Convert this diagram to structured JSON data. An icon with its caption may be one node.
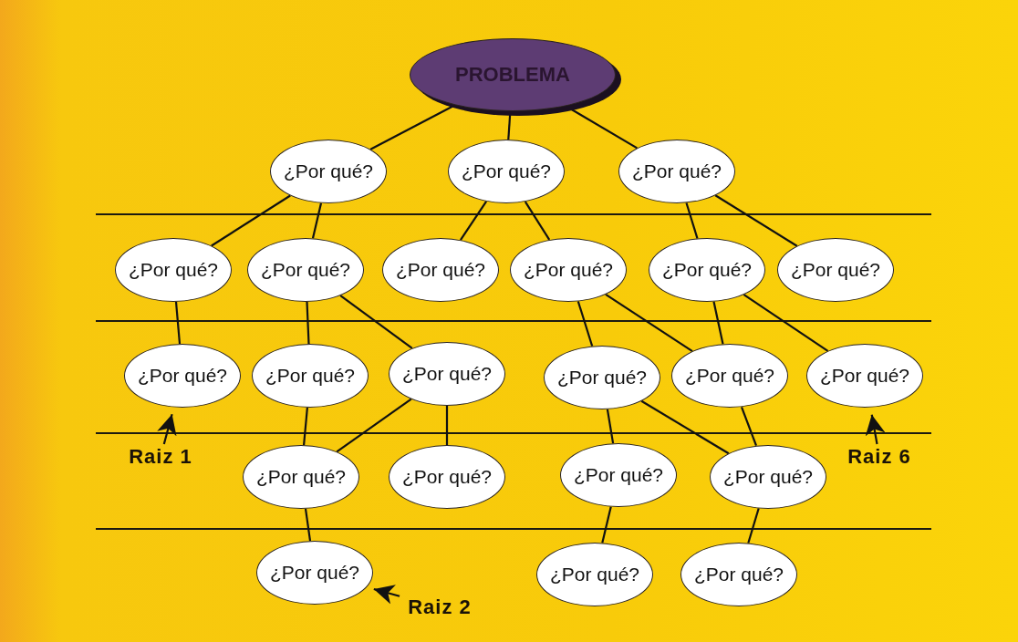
{
  "diagram": {
    "nodes": [
      {
        "text": [
          "PROBLEMA"
        ]
      },
      {
        "text": [
          "¿Por qué?"
        ]
      },
      {
        "text": [
          "¿Por qué?"
        ]
      },
      {
        "text": [
          "¿Por qué?"
        ]
      },
      {
        "text": [
          "¿Por qué?"
        ]
      },
      {
        "text": [
          "¿Por qué?"
        ]
      },
      {
        "text": [
          "¿Por qué?"
        ]
      },
      {
        "text": [
          "¿Por qué?"
        ]
      },
      {
        "text": [
          "¿Por qué?"
        ]
      },
      {
        "text": [
          "¿Por qué?"
        ]
      },
      {
        "text": [
          "¿Por qué?"
        ]
      },
      {
        "text": [
          "¿Por qué?"
        ]
      },
      {
        "text": [
          "¿Por qué?"
        ]
      },
      {
        "text": [
          "¿Por qué?"
        ]
      },
      {
        "text": [
          "¿Por qué?"
        ]
      },
      {
        "text": [
          "¿Por qué?"
        ]
      },
      {
        "text": [
          "¿Por qué?"
        ]
      },
      {
        "text": [
          "¿Por qué?"
        ]
      },
      {
        "text": [
          "¿Por qué?"
        ]
      },
      {
        "text": [
          "¿Por qué?"
        ]
      },
      {
        "text": [
          "¿Por qué?"
        ]
      },
      {
        "text": [
          "¿Por qué?"
        ]
      },
      {
        "text": [
          "¿Por qué?"
        ]
      },
      {
        "text": [
          "Raiz 1"
        ]
      },
      {
        "text": [
          "Raiz 6"
        ]
      },
      {
        "text": [
          "Raiz 2"
        ]
      }
    ],
    "edges": [
      {
        "from": 0,
        "to": 1,
        "arrow": "none"
      },
      {
        "from": 0,
        "to": 2,
        "arrow": "none"
      },
      {
        "from": 0,
        "to": 3,
        "arrow": "none"
      },
      {
        "from": 1,
        "to": 4,
        "arrow": "none"
      },
      {
        "from": 1,
        "to": 5,
        "arrow": "none"
      },
      {
        "from": 2,
        "to": 6,
        "arrow": "none"
      },
      {
        "from": 2,
        "to": 7,
        "arrow": "none"
      },
      {
        "from": 3,
        "to": 8,
        "arrow": "none"
      },
      {
        "from": 3,
        "to": 9,
        "arrow": "none"
      },
      {
        "from": 4,
        "to": 10,
        "arrow": "none"
      },
      {
        "from": 5,
        "to": 11,
        "arrow": "none"
      },
      {
        "from": 5,
        "to": 12,
        "arrow": "none"
      },
      {
        "from": 7,
        "to": 13,
        "arrow": "none"
      },
      {
        "from": 7,
        "to": 14,
        "arrow": "none"
      },
      {
        "from": 8,
        "to": 14,
        "arrow": "none"
      },
      {
        "from": 8,
        "to": 15,
        "arrow": "none"
      },
      {
        "from": 11,
        "to": 16,
        "arrow": "none"
      },
      {
        "from": 12,
        "to": 16,
        "arrow": "none"
      },
      {
        "from": 12,
        "to": 17,
        "arrow": "none"
      },
      {
        "from": 13,
        "to": 18,
        "arrow": "none"
      },
      {
        "from": 13,
        "to": 19,
        "arrow": "none"
      },
      {
        "from": 14,
        "to": 19,
        "arrow": "none"
      },
      {
        "from": 16,
        "to": 20,
        "arrow": "none"
      },
      {
        "from": 18,
        "to": 21,
        "arrow": "none"
      },
      {
        "from": 19,
        "to": 22,
        "arrow": "none"
      },
      {
        "from": 23,
        "to": 10,
        "arrow": "to"
      },
      {
        "from": 24,
        "to": 15,
        "arrow": "to"
      },
      {
        "from": 25,
        "to": 20,
        "arrow": "to"
      }
    ]
  }
}
